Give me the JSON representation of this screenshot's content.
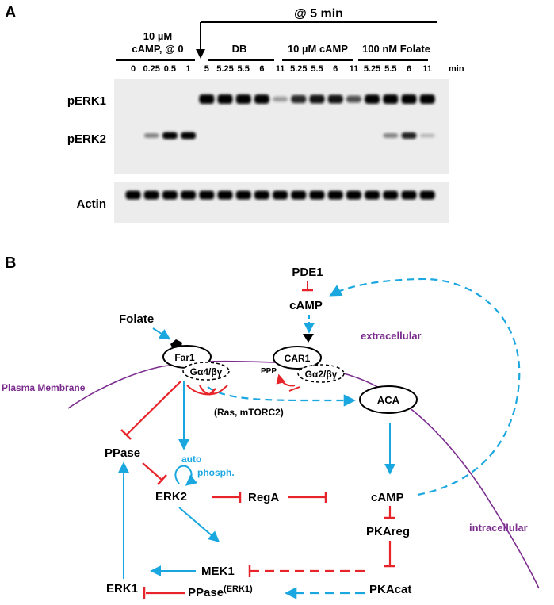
{
  "panel_a": {
    "label": "A",
    "top_header": "@ 5 min",
    "group_left_line1": "10 µM",
    "group_left_line2": "cAMP, @ 0",
    "group_db": "DB",
    "group_camp": "10 µM cAMP",
    "group_folate": "100 nM Folate",
    "lanes": [
      "0",
      "0.25",
      "0.5",
      "1",
      "5",
      "5.25",
      "5.5",
      "6",
      "11",
      "5.25",
      "5.5",
      "6",
      "11",
      "5.25",
      "5.5",
      "6",
      "11"
    ],
    "unit": "min",
    "row_perk1": "pERK1",
    "row_perk2": "pERK2",
    "row_actin": "Actin",
    "band_levels": {
      "perk1": [
        0,
        0,
        0,
        0,
        1.0,
        1.0,
        1.0,
        0.95,
        0.2,
        0.75,
        0.85,
        0.85,
        0.55,
        0.95,
        1.0,
        1.0,
        1.0
      ],
      "perk2": [
        0,
        0.35,
        0.95,
        0.95,
        0,
        0,
        0,
        0,
        0,
        0,
        0,
        0,
        0,
        0,
        0.35,
        0.8,
        0.1
      ],
      "actin": [
        1,
        1,
        1,
        1,
        1,
        1,
        1,
        1,
        1,
        1,
        1,
        1,
        1,
        1,
        1,
        1,
        1
      ]
    }
  },
  "panel_b": {
    "label": "B",
    "pde1": "PDE1",
    "camp_ext": "cAMP",
    "folate": "Folate",
    "far1": "Far1",
    "g_alpha4": "Gα4/βγ",
    "car1": "CAR1",
    "g_alpha2": "Gα2/βγ",
    "ppp": "PPP",
    "extracellular": "extracellular",
    "plasma_membrane": "Plasma Membrane",
    "ras_mtorc2": "(Ras, mTORC2)",
    "aca": "ACA",
    "ppase": "PPase",
    "auto_line1": "auto",
    "auto_line2": "phosph.",
    "erk2": "ERK2",
    "rega": "RegA",
    "camp_int": "cAMP",
    "pkareg": "PKAreg",
    "intracellular": "intracellular",
    "mek1": "MEK1",
    "erk1": "ERK1",
    "ppase_erk1": "PPase",
    "ppase_erk1_sup": "(ERK1)",
    "pkacat": "PKAcat",
    "colors": {
      "activation": "#1aa7e0",
      "inhibition": "#e8242b",
      "membrane": "#7b2d8e"
    }
  }
}
